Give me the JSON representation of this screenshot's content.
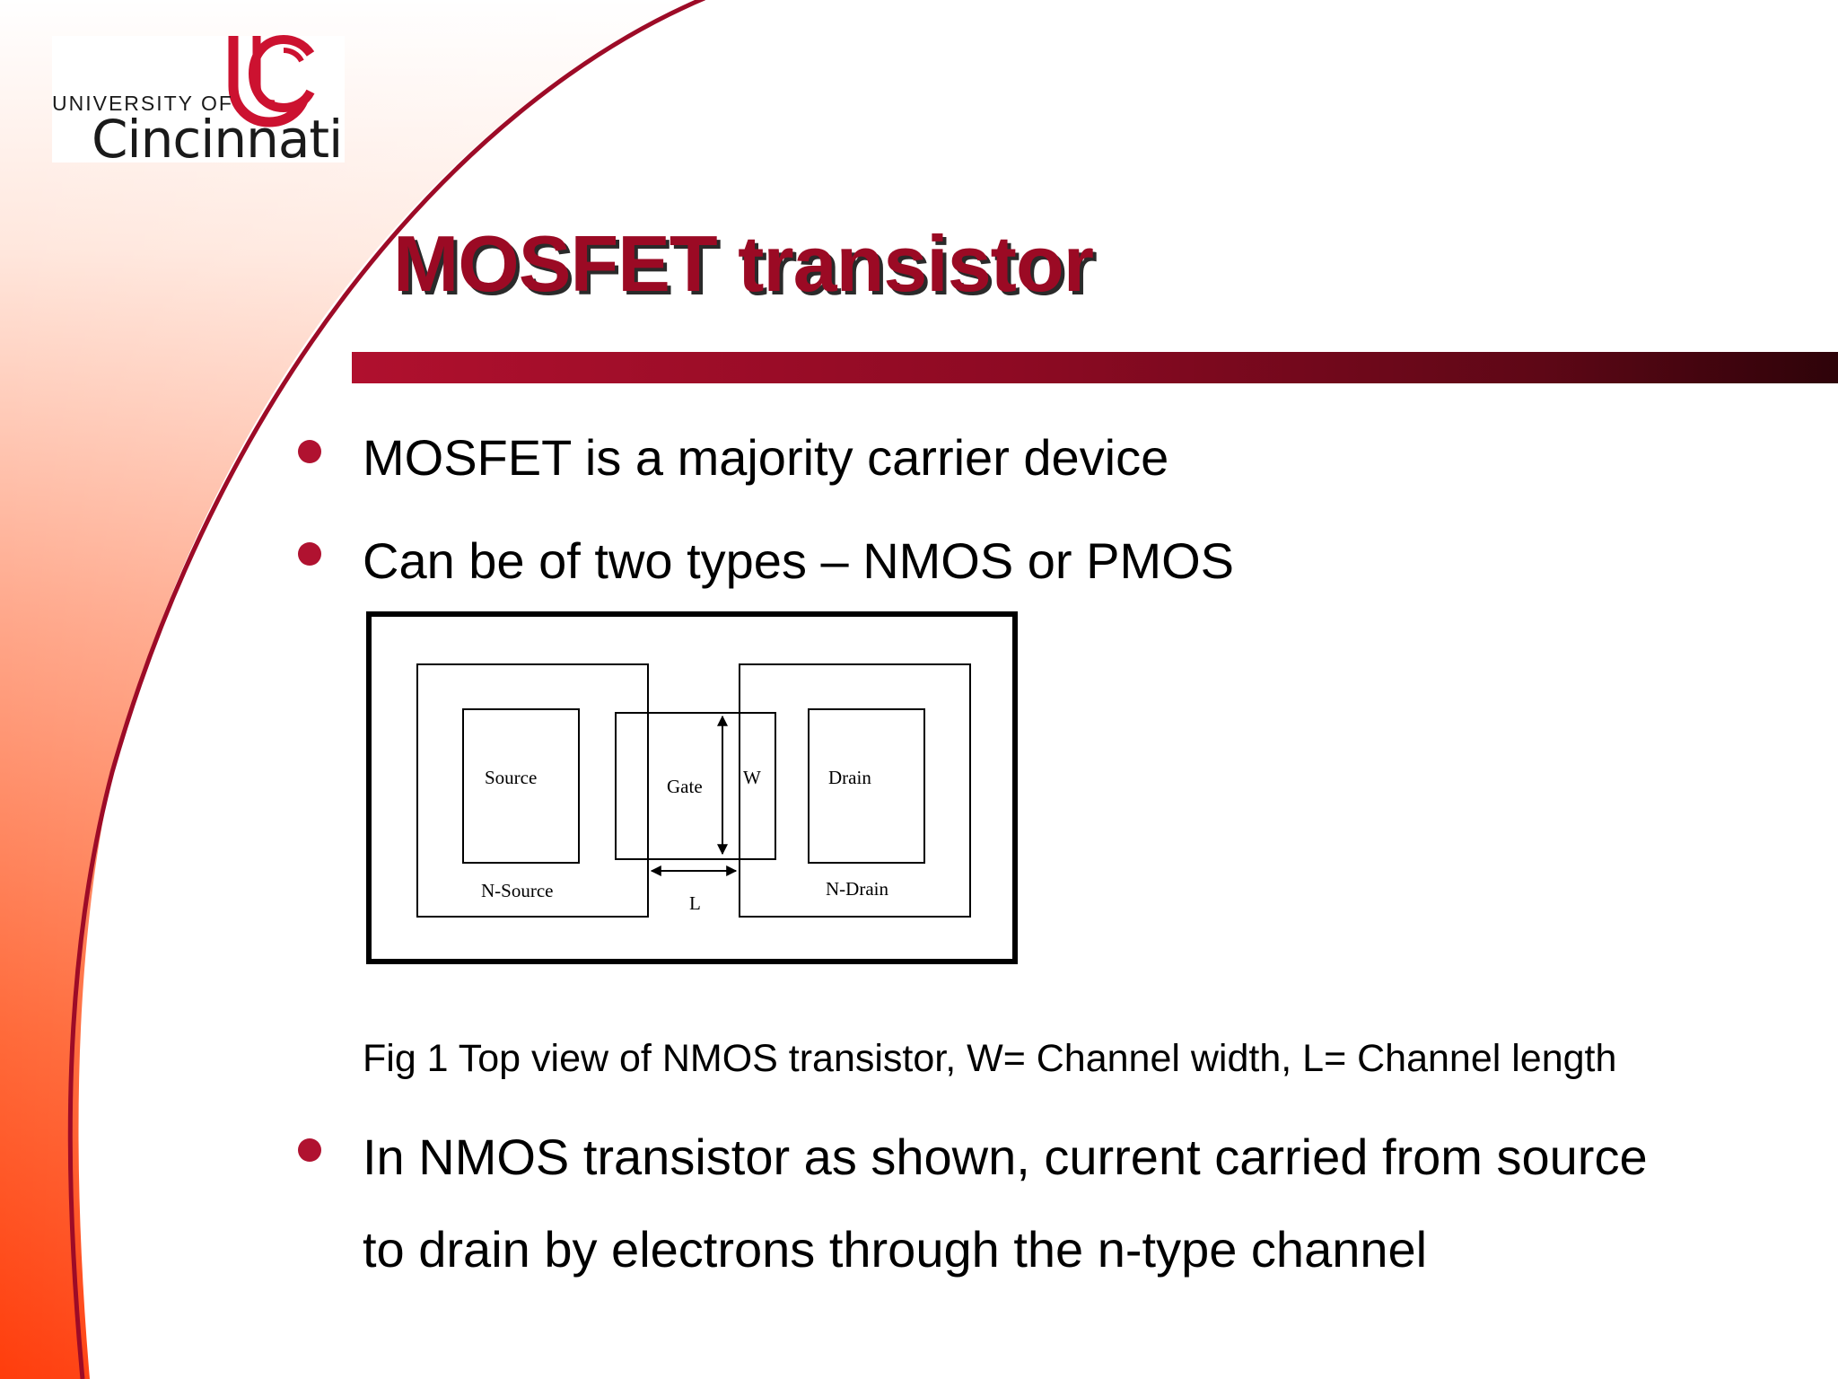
{
  "logo": {
    "line1": "UNIVERSITY OF",
    "line2": "Cincinnati",
    "monogram": "UC"
  },
  "slide": {
    "title": "MOSFET transistor",
    "bullets": [
      "MOSFET is a majority carrier device",
      "Can be of two types – NMOS or PMOS"
    ],
    "caption": "Fig 1 Top view of NMOS transistor, W= Channel width, L= Channel length",
    "bullet3_line1": "In NMOS transistor as shown, current carried from source",
    "bullet3_line2": "to drain by electrons through the n-type channel"
  },
  "figure": {
    "source": "Source",
    "gate": "Gate",
    "w": "W",
    "drain": "Drain",
    "n_source": "N-Source",
    "n_drain": "N-Drain",
    "l": "L"
  },
  "colors": {
    "accent": "#9b0a24",
    "bullet": "#b01230",
    "swoosh_orange": "#ff4a12"
  }
}
